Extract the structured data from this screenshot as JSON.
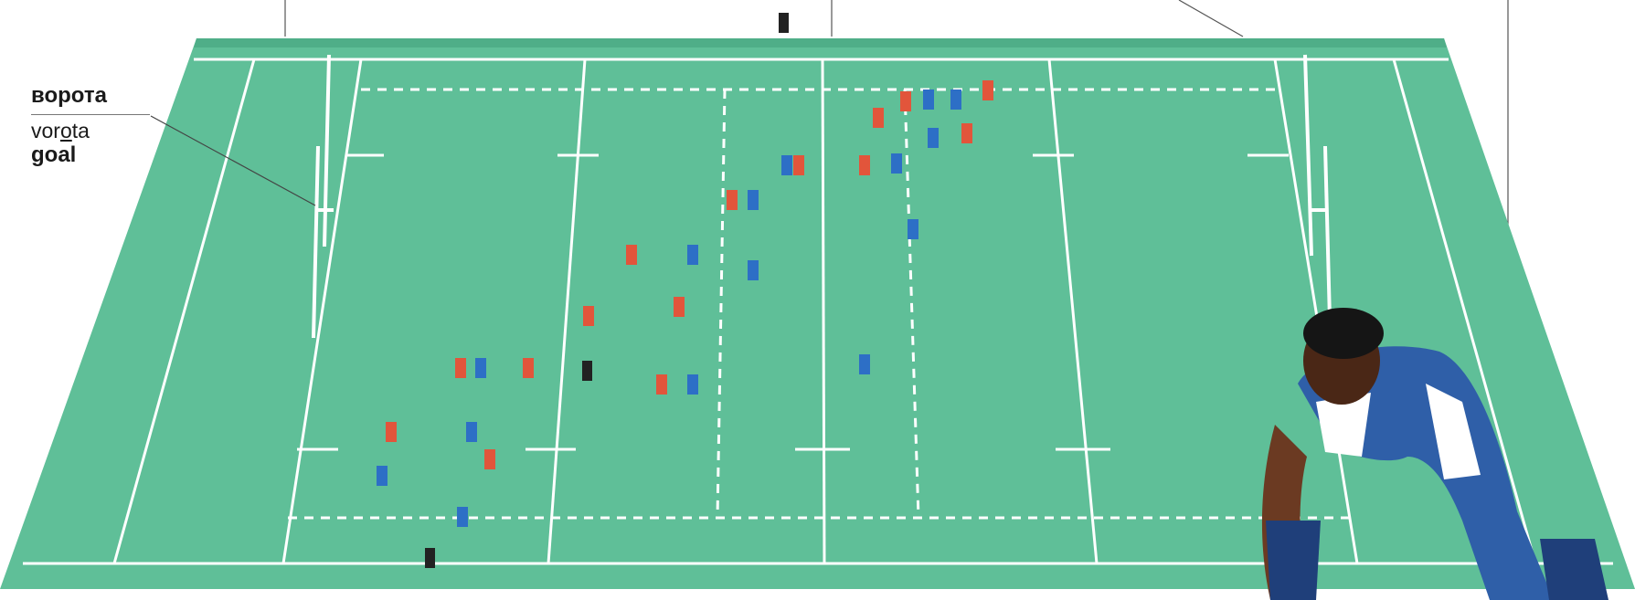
{
  "caption": {
    "russian": "ворота",
    "transliteration_pre": "vor",
    "transliteration_stressed": "o",
    "transliteration_post": "ta",
    "english": "goal"
  },
  "colors": {
    "pitch": "#5fbf98",
    "pitch_dark": "#4fae88",
    "lines": "#ffffff",
    "team_red": "#e2553b",
    "team_blue": "#2d6fc6",
    "referee": "#222222"
  }
}
